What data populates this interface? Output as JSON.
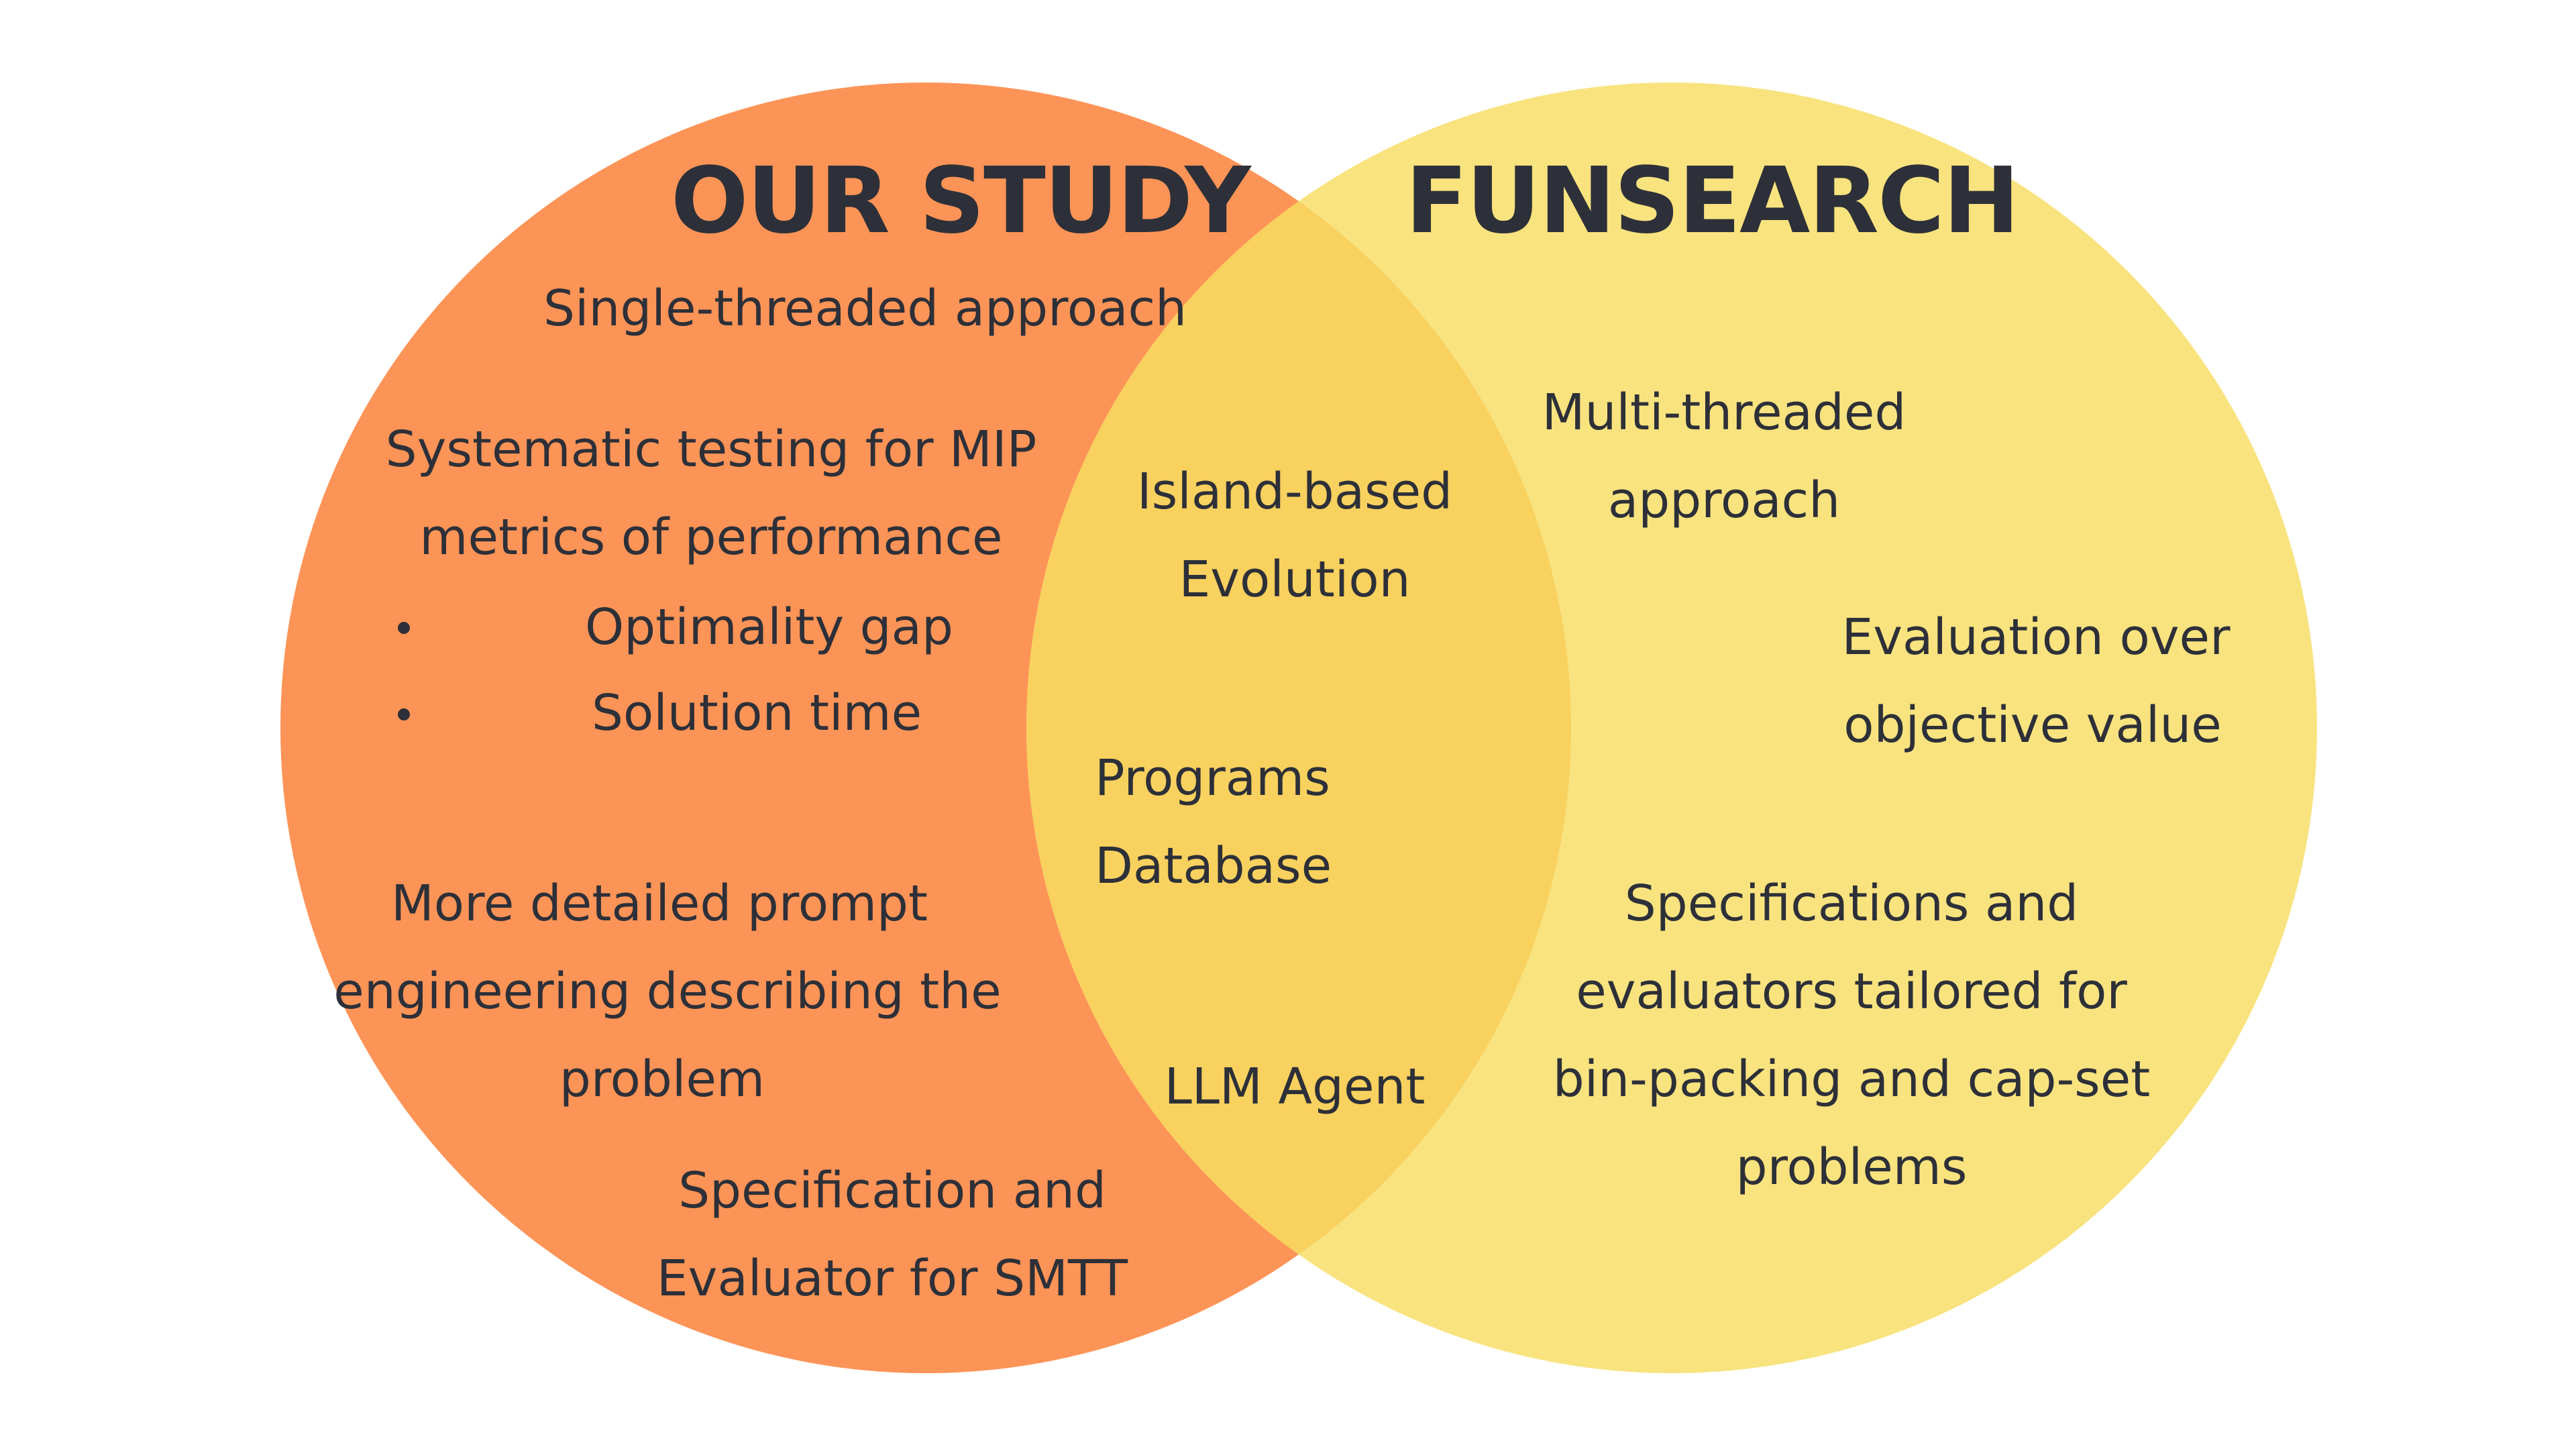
{
  "colors": {
    "left_circle": "#fd9457",
    "right_circle": "#f9e37f",
    "overlap": "#f8d15f",
    "text": "#2d3038",
    "background": "#ffffff"
  },
  "left": {
    "title": "OUR STUDY",
    "single_threaded": "Single-threaded approach",
    "systematic_testing": [
      "Systematic testing for MIP",
      "metrics of performance"
    ],
    "metrics": [
      "Optimality gap",
      "Solution time"
    ],
    "prompt_engineering": [
      "More detailed prompt",
      "engineering describing the",
      "problem"
    ],
    "specification": [
      "Specification and",
      "Evaluator for SMTT"
    ]
  },
  "right": {
    "title": "FUNSEARCH",
    "multi_threaded": [
      "Multi-threaded",
      "approach"
    ],
    "evaluation": [
      "Evaluation over",
      "objective value"
    ],
    "specifications": [
      "Specifications and",
      "evaluators tailored for",
      "bin-packing and cap-set",
      "problems"
    ]
  },
  "shared": {
    "island": [
      "Island-based",
      "Evolution"
    ],
    "programs": [
      "Programs",
      "Database"
    ],
    "llm": "LLM Agent"
  }
}
